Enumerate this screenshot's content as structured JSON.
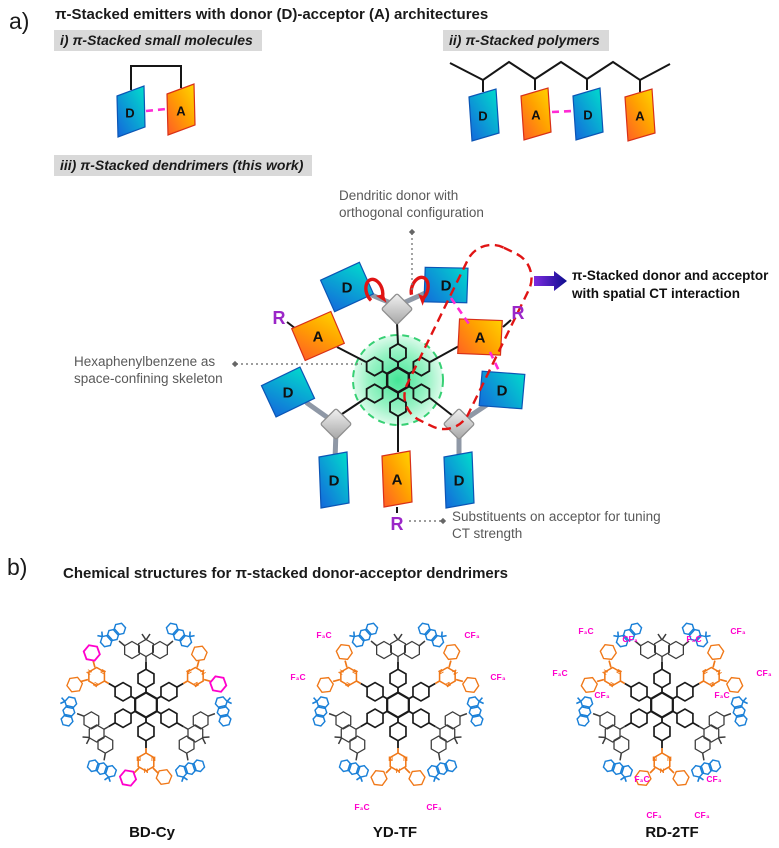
{
  "panel_a": {
    "label": "a)",
    "title": "π-Stacked emitters with donor (D)-acceptor (A) architectures",
    "sections": {
      "small_molecules": "i) π-Stacked small molecules",
      "polymers": "ii) π-Stacked polymers",
      "dendrimers": "iii) π-Stacked dendrimers  (this work)"
    },
    "labels": {
      "donor": "D",
      "acceptor": "A",
      "substituent": "R"
    },
    "polymer_units": [
      "D",
      "A",
      "D",
      "A"
    ],
    "annotations": {
      "dendritic_donor": "Dendritic donor with orthogonal configuration",
      "hexaphenylbenzene": "Hexaphenylbenzene as space-confining skeleton",
      "substituents": "Substituents on acceptor for tuning CT strength",
      "pi_stacked_ct": "π-Stacked donor and acceptor with spatial CT interaction"
    }
  },
  "panel_b": {
    "label": "b)",
    "title": "Chemical structures for π-stacked donor-acceptor dendrimers",
    "molecules": [
      {
        "name": "BD-Cy"
      },
      {
        "name": "YD-TF"
      },
      {
        "name": "RD-2TF"
      }
    ],
    "atom_labels": {
      "n": "N",
      "cf3": "CF₃",
      "f3c": "F₃C"
    }
  },
  "colors": {
    "donor_gradient_start": "#1464dc",
    "donor_gradient_end": "#00e0cc",
    "acceptor_gradient_start": "#ff5a28",
    "acceptor_gradient_end": "#ffd800",
    "ct_dash_pink": "#ff2ad4",
    "highlight_box_red": "#e01414",
    "substituent_purple": "#9b26c8",
    "skeleton_green": "#2fe38c",
    "section_bg_gray": "#d9d9d9",
    "annotation_gray": "#595959",
    "structure_blue": "#1a80d8",
    "structure_orange": "#f07818",
    "structure_magenta": "#ff00cc"
  }
}
